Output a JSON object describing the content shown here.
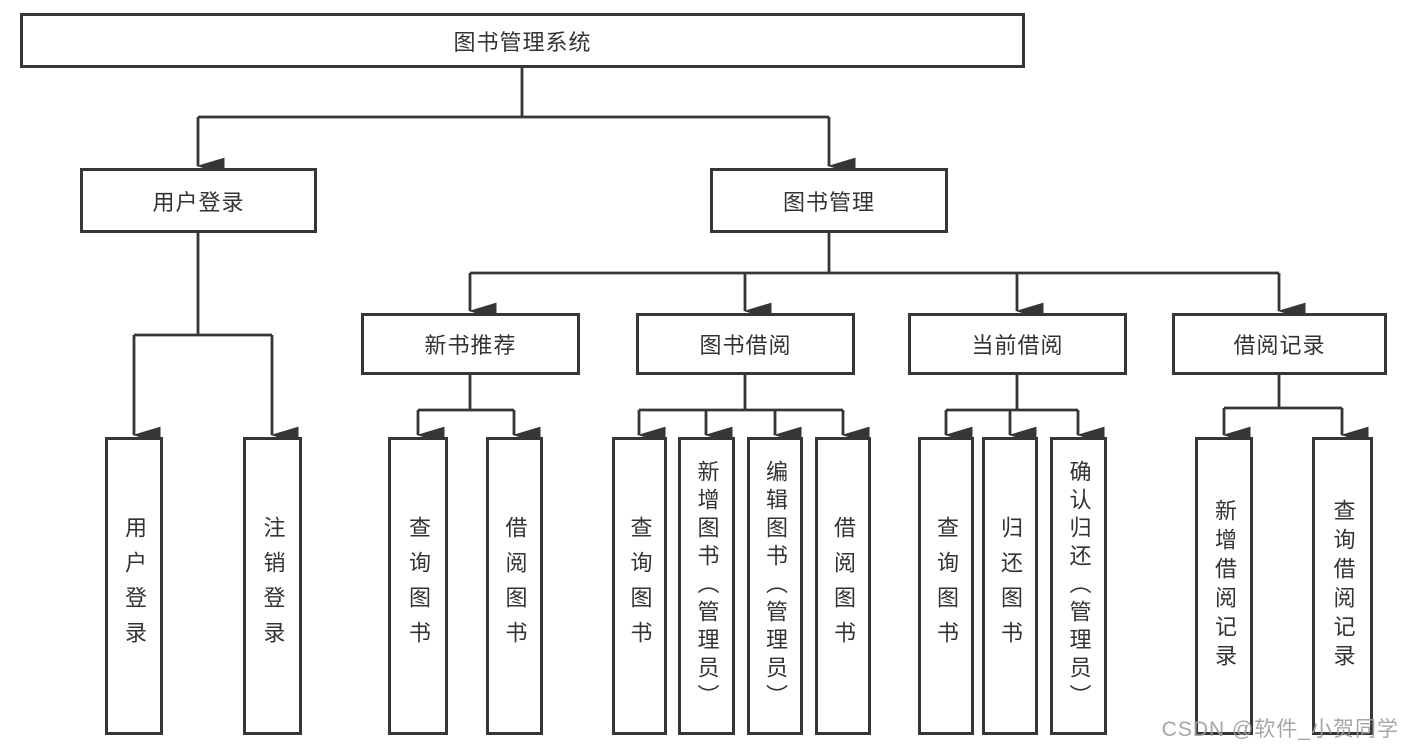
{
  "diagram": {
    "tree": {
      "root": {
        "label": "图书管理系统"
      },
      "branches": [
        {
          "label": "用户登录",
          "children": [
            {
              "label": "用户登录"
            },
            {
              "label": "注销登录"
            }
          ]
        },
        {
          "label": "图书管理",
          "children": [
            {
              "label": "新书推荐",
              "children": [
                {
                  "label": "查询图书"
                },
                {
                  "label": "借阅图书"
                }
              ]
            },
            {
              "label": "图书借阅",
              "children": [
                {
                  "label": "查询图书"
                },
                {
                  "label": "新增图书（管理员）"
                },
                {
                  "label": "编辑图书（管理员）"
                },
                {
                  "label": "借阅图书"
                }
              ]
            },
            {
              "label": "当前借阅",
              "children": [
                {
                  "label": "查询图书"
                },
                {
                  "label": "归还图书"
                },
                {
                  "label": "确认归还（管理员）"
                }
              ]
            },
            {
              "label": "借阅记录",
              "children": [
                {
                  "label": "新增借阅记录"
                },
                {
                  "label": "查询借阅记录"
                }
              ]
            }
          ]
        }
      ]
    },
    "colors": {
      "line": "#363636",
      "box_border": "#363636",
      "text": "#333333",
      "background": "#ffffff",
      "watermark": "#9ba0a6"
    }
  },
  "watermark": {
    "text": "CSDN @软件_小贺同学"
  }
}
